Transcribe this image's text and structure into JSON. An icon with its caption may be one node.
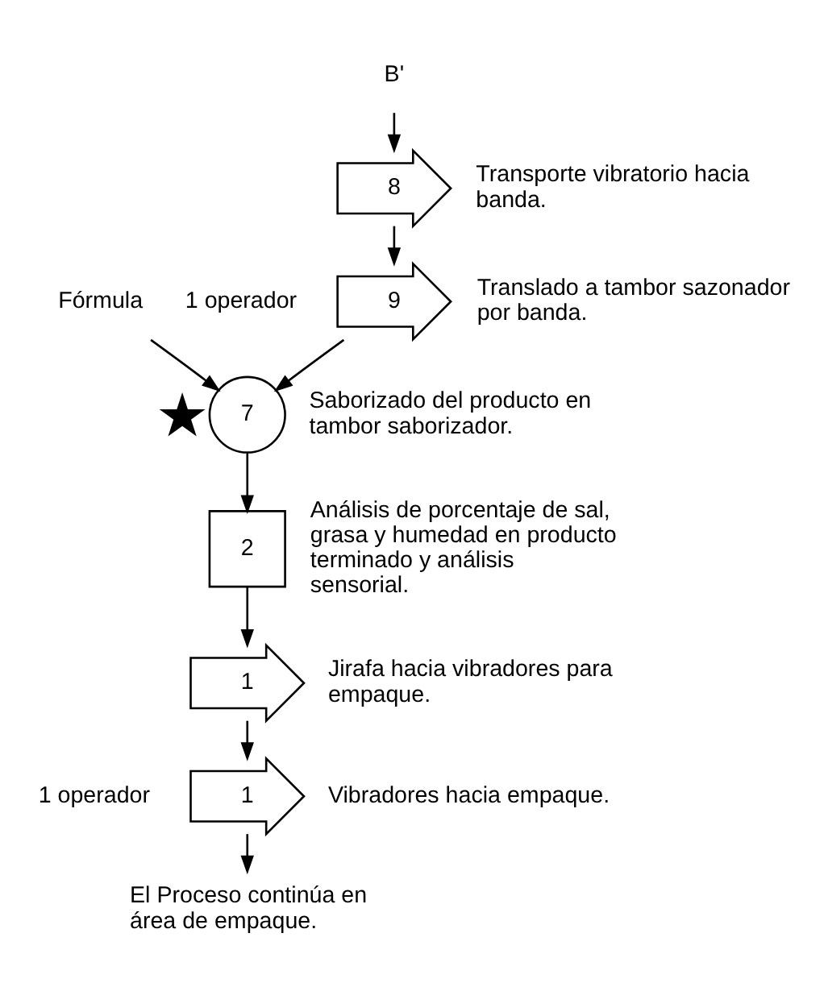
{
  "diagram": {
    "nodes": [
      {
        "text": [
          "B'"
        ]
      },
      {
        "text": [
          "8"
        ],
        "beside": [
          "Transporte vibratorio hacia banda."
        ]
      },
      {
        "text": [
          "9"
        ],
        "beside": [
          "Translado a tambor sazonador por banda."
        ]
      },
      {
        "text": [
          "Fórmula"
        ]
      },
      {
        "text": [
          "7"
        ],
        "beside": [
          "Saborizado del producto en tambor saborizador."
        ]
      },
      {
        "text": [],
        "shape": "star"
      },
      {
        "text": [
          "2"
        ],
        "beside": [
          "Análisis de porcentaje de sal, grasa y humedad en producto terminado y análisis sensorial."
        ]
      },
      {
        "text": [
          "1"
        ],
        "beside": [
          "Jirafa hacia vibradores para empaque."
        ]
      },
      {
        "text": [
          "1"
        ],
        "beside": [
          "Vibradores hacia empaque."
        ]
      },
      {
        "text": [
          "El Proceso continúa en área de empaque."
        ]
      }
    ],
    "edges": [
      {
        "from": 0,
        "to": 1,
        "arrow": "to"
      },
      {
        "from": 1,
        "to": 2,
        "arrow": "to"
      },
      {
        "from": 2,
        "to": 4,
        "arrow": "to"
      },
      {
        "from": 3,
        "to": 4,
        "arrow": "to"
      },
      {
        "from": 4,
        "to": 6,
        "arrow": "to"
      },
      {
        "from": 6,
        "to": 7,
        "arrow": "to"
      },
      {
        "from": 7,
        "to": 8,
        "arrow": "to"
      },
      {
        "from": 8,
        "to": 9,
        "arrow": "to"
      }
    ],
    "labels": [
      "1 operador",
      "1 operador"
    ]
  }
}
